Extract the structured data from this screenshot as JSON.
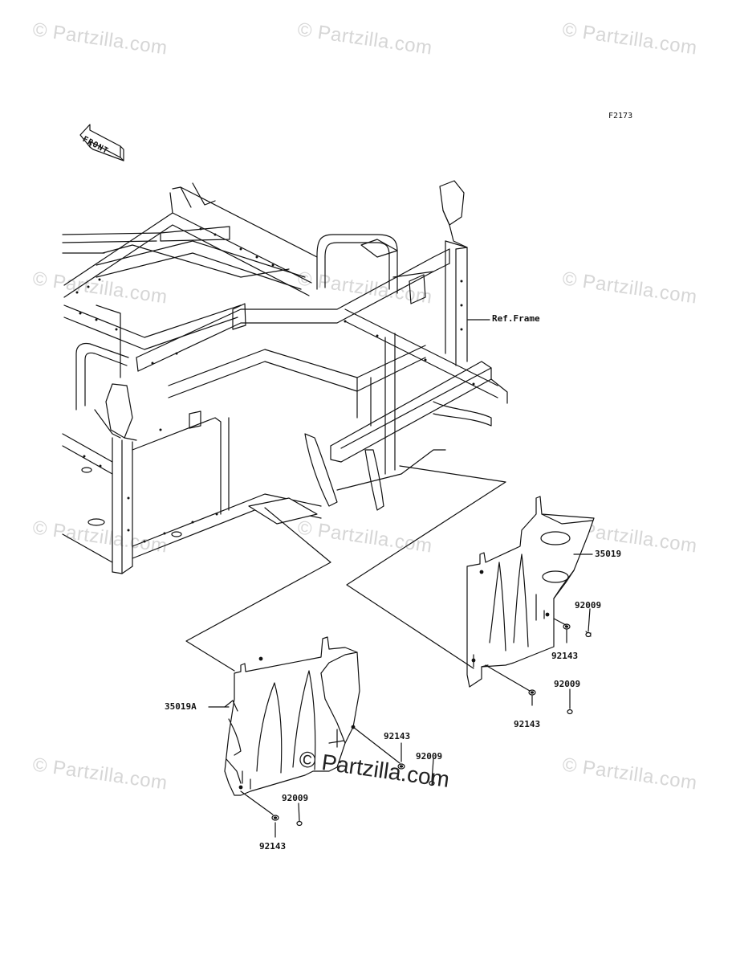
{
  "figure_code": "F2173",
  "front_indicator": {
    "text": "FRONT"
  },
  "watermark": {
    "text": "© Partzilla.com",
    "center_text": "© Partzilla.com"
  },
  "callouts": {
    "ref_frame": "Ref.Frame",
    "right_cover": "35019",
    "left_cover": "35019A",
    "bolt": "92009",
    "washer": "92143"
  },
  "colors": {
    "line": "#111111",
    "watermark": "#d6d6d6",
    "background": "#ffffff"
  }
}
